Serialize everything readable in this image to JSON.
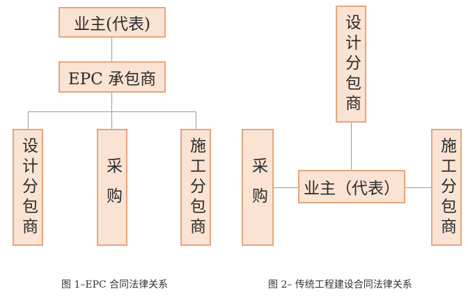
{
  "diagram1": {
    "owner": "业主(代表)",
    "contractor": "EPC 承包商",
    "design": "设计分包商",
    "procurement": "采购",
    "construction": "施工分包商",
    "caption": "图 1–EPC 合同法律关系"
  },
  "diagram2": {
    "design": "设计分包商",
    "procurement": "采购",
    "owner": "业主（代表）",
    "construction": "施工分包商",
    "caption": "图 2– 传统工程建设合同法律关系"
  },
  "colors": {
    "box_fill": "#fbe3d3",
    "box_border": "#e5a57c",
    "connector": "#9a9a9a"
  }
}
